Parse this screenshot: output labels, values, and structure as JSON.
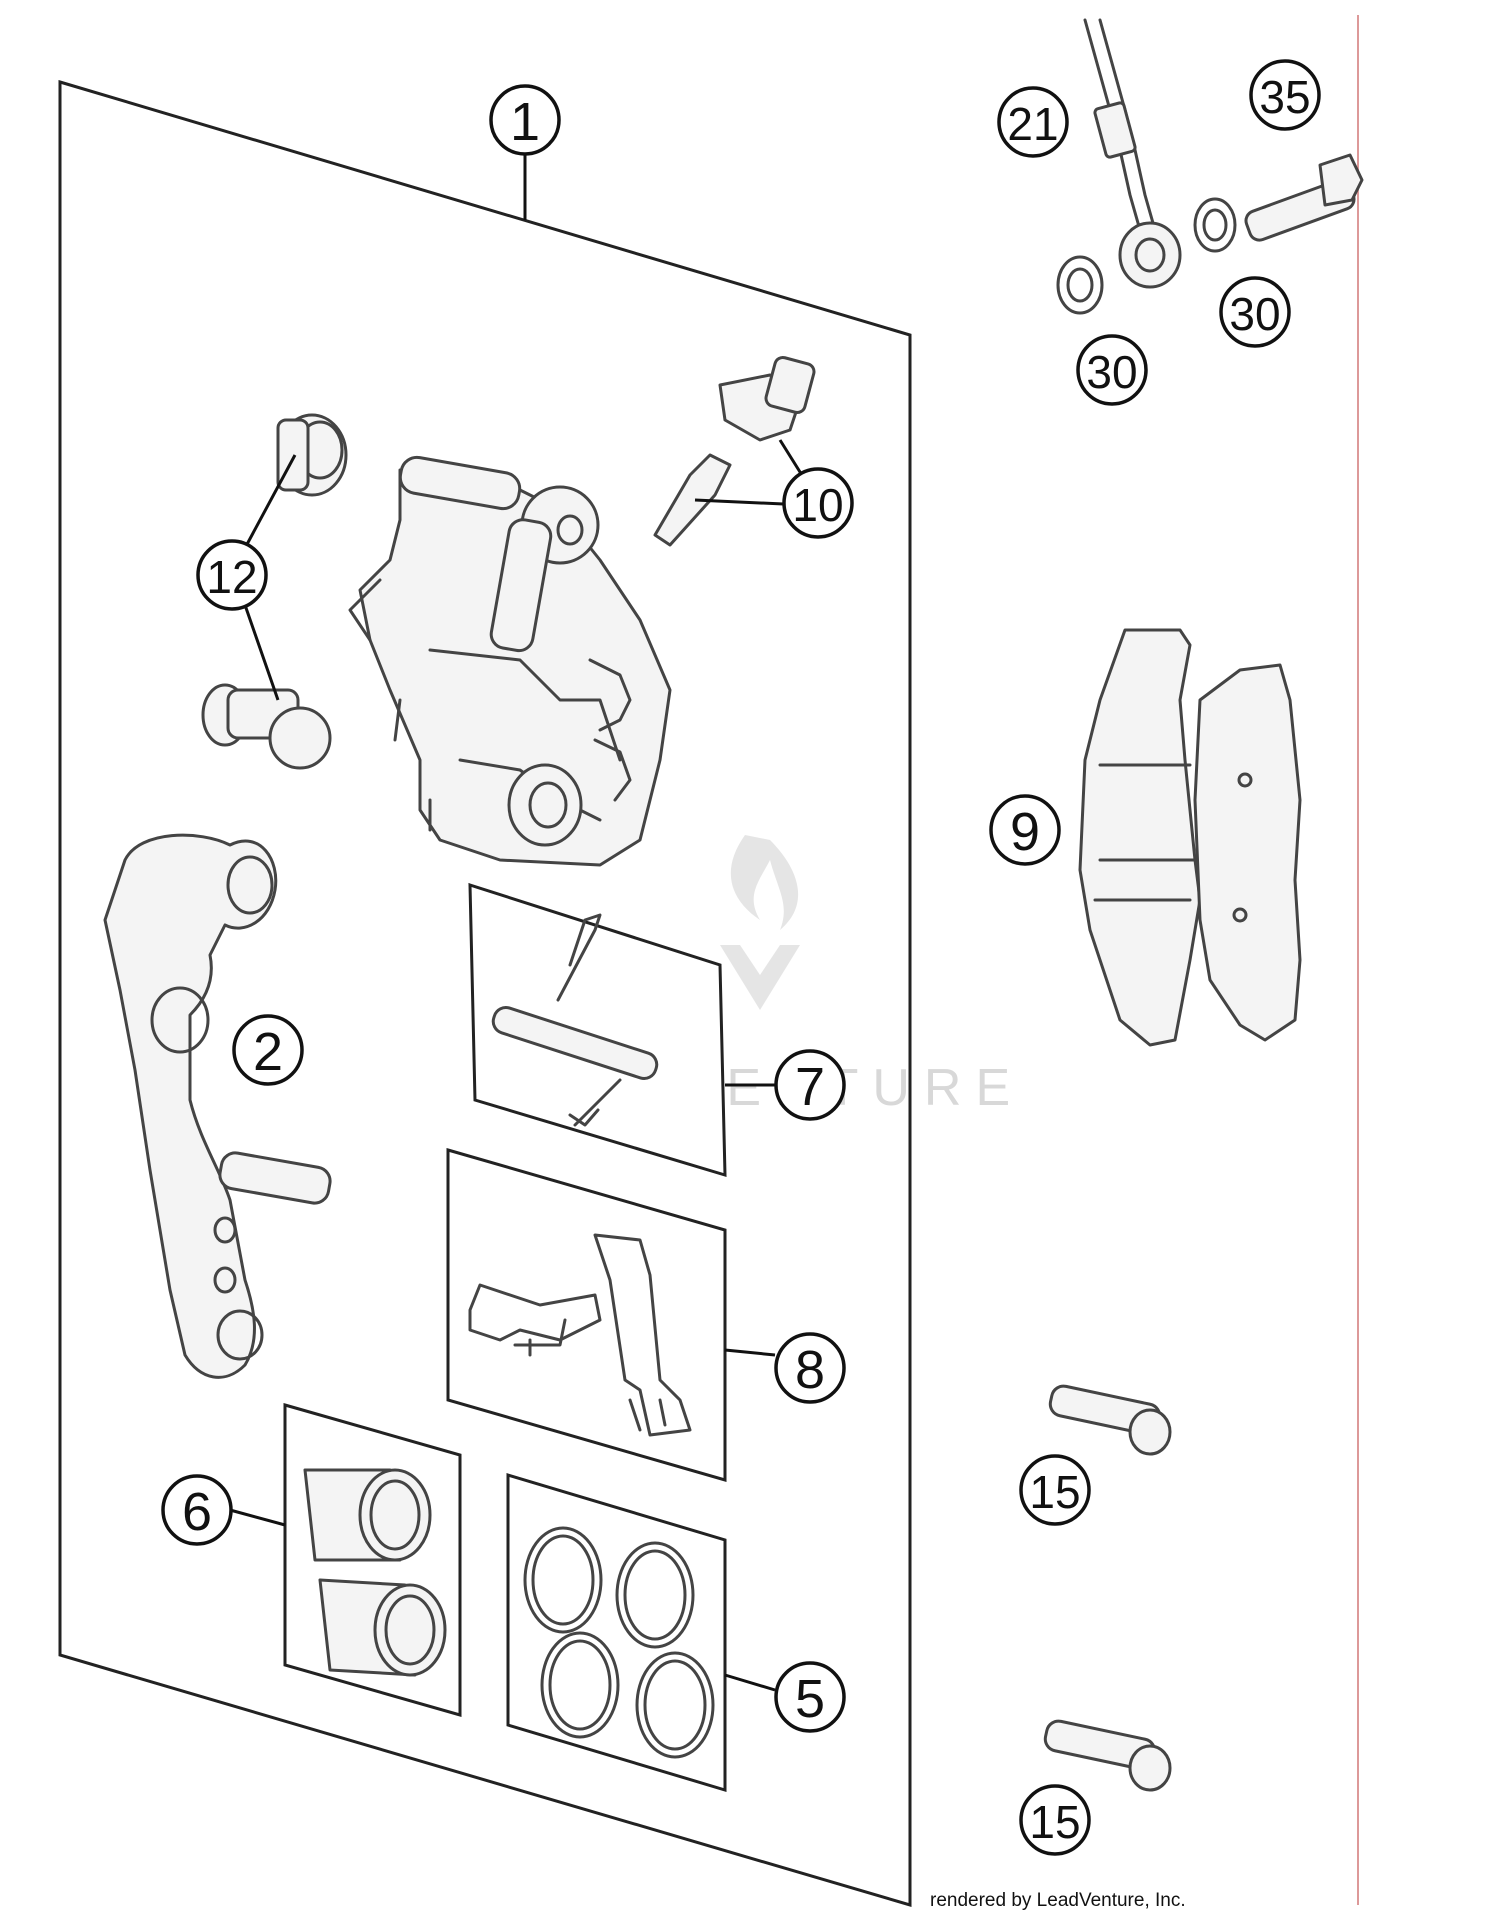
{
  "watermark": "LEADVENTURE",
  "credit": "rendered by LeadVenture, Inc.",
  "callouts": {
    "c1": "1",
    "c2": "2",
    "c5": "5",
    "c6": "6",
    "c7": "7",
    "c8": "8",
    "c9": "9",
    "c10": "10",
    "c12": "12",
    "c15a": "15",
    "c15b": "15",
    "c21": "21",
    "c30a": "30",
    "c30b": "30",
    "c35": "35"
  },
  "colors": {
    "line": "#444444",
    "frame": "#222222",
    "watermark": "#d8d8d8"
  }
}
